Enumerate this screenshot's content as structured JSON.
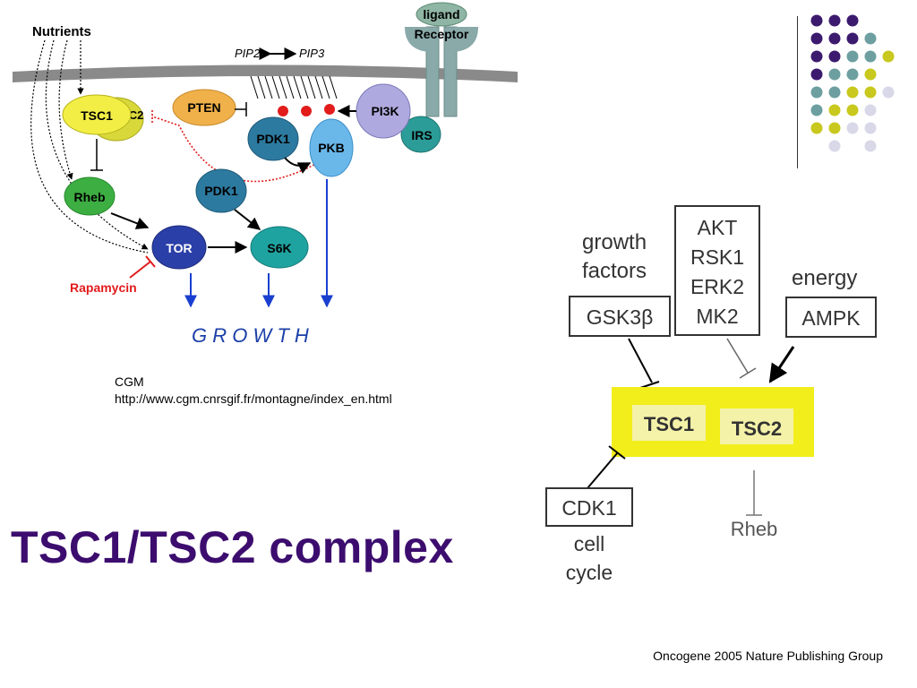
{
  "slide": {
    "title": "TSC1/TSC2 complex",
    "citation_line1": "CGM",
    "citation_line2": "http://www.cgm.cnrsgif.fr/montagne/index_en.html",
    "footer": "Oncogene 2005 Nature Publishing Group"
  },
  "left_diagram": {
    "nutrients": "Nutrients",
    "ligand": "ligand",
    "receptor": "Receptor",
    "pip2": "PIP2",
    "pip3": "PIP3",
    "pten": "PTEN",
    "pi3k": "PI3K",
    "irs": "IRS",
    "tsc1": "TSC1",
    "tsc2": "C2",
    "pdk1_top": "PDK1",
    "pkb": "PKB",
    "rheb": "Rheb",
    "pdk1_mid": "PDK1",
    "tor": "TOR",
    "s6k": "S6K",
    "rapamycin": "Rapamycin",
    "growth": "G R O W T H"
  },
  "right_diagram": {
    "growth_factors_line1": "growth",
    "growth_factors_line2": "factors",
    "gsk3b": "GSK3β",
    "kinases": [
      "AKT",
      "RSK1",
      "ERK2",
      "MK2"
    ],
    "energy": "energy",
    "ampk": "AMPK",
    "tsc1": "TSC1",
    "tsc2": "TSC2",
    "cdk1": "CDK1",
    "cell_cycle_line1": "cell",
    "cell_cycle_line2": "cycle",
    "rheb": "Rheb"
  },
  "colors": {
    "title": "#3c0d6e",
    "dot_purple": "#3c1a6e",
    "dot_teal": "#6d9fa0",
    "dot_yellow": "#c8c81e",
    "dot_lavender": "#d8d8e8",
    "complex_highlight": "#f2ee1c"
  },
  "dot_grid": [
    [
      "purple",
      "purple",
      "purple",
      "",
      ""
    ],
    [
      "purple",
      "purple",
      "purple",
      "teal",
      ""
    ],
    [
      "purple",
      "purple",
      "teal",
      "teal",
      "yellow"
    ],
    [
      "purple",
      "teal",
      "teal",
      "yellow",
      ""
    ],
    [
      "teal",
      "teal",
      "yellow",
      "yellow",
      "lavender"
    ],
    [
      "teal",
      "yellow",
      "yellow",
      "lavender",
      ""
    ],
    [
      "yellow",
      "yellow",
      "lavender",
      "lavender",
      ""
    ],
    [
      "",
      "lavender",
      "",
      "lavender",
      ""
    ]
  ]
}
